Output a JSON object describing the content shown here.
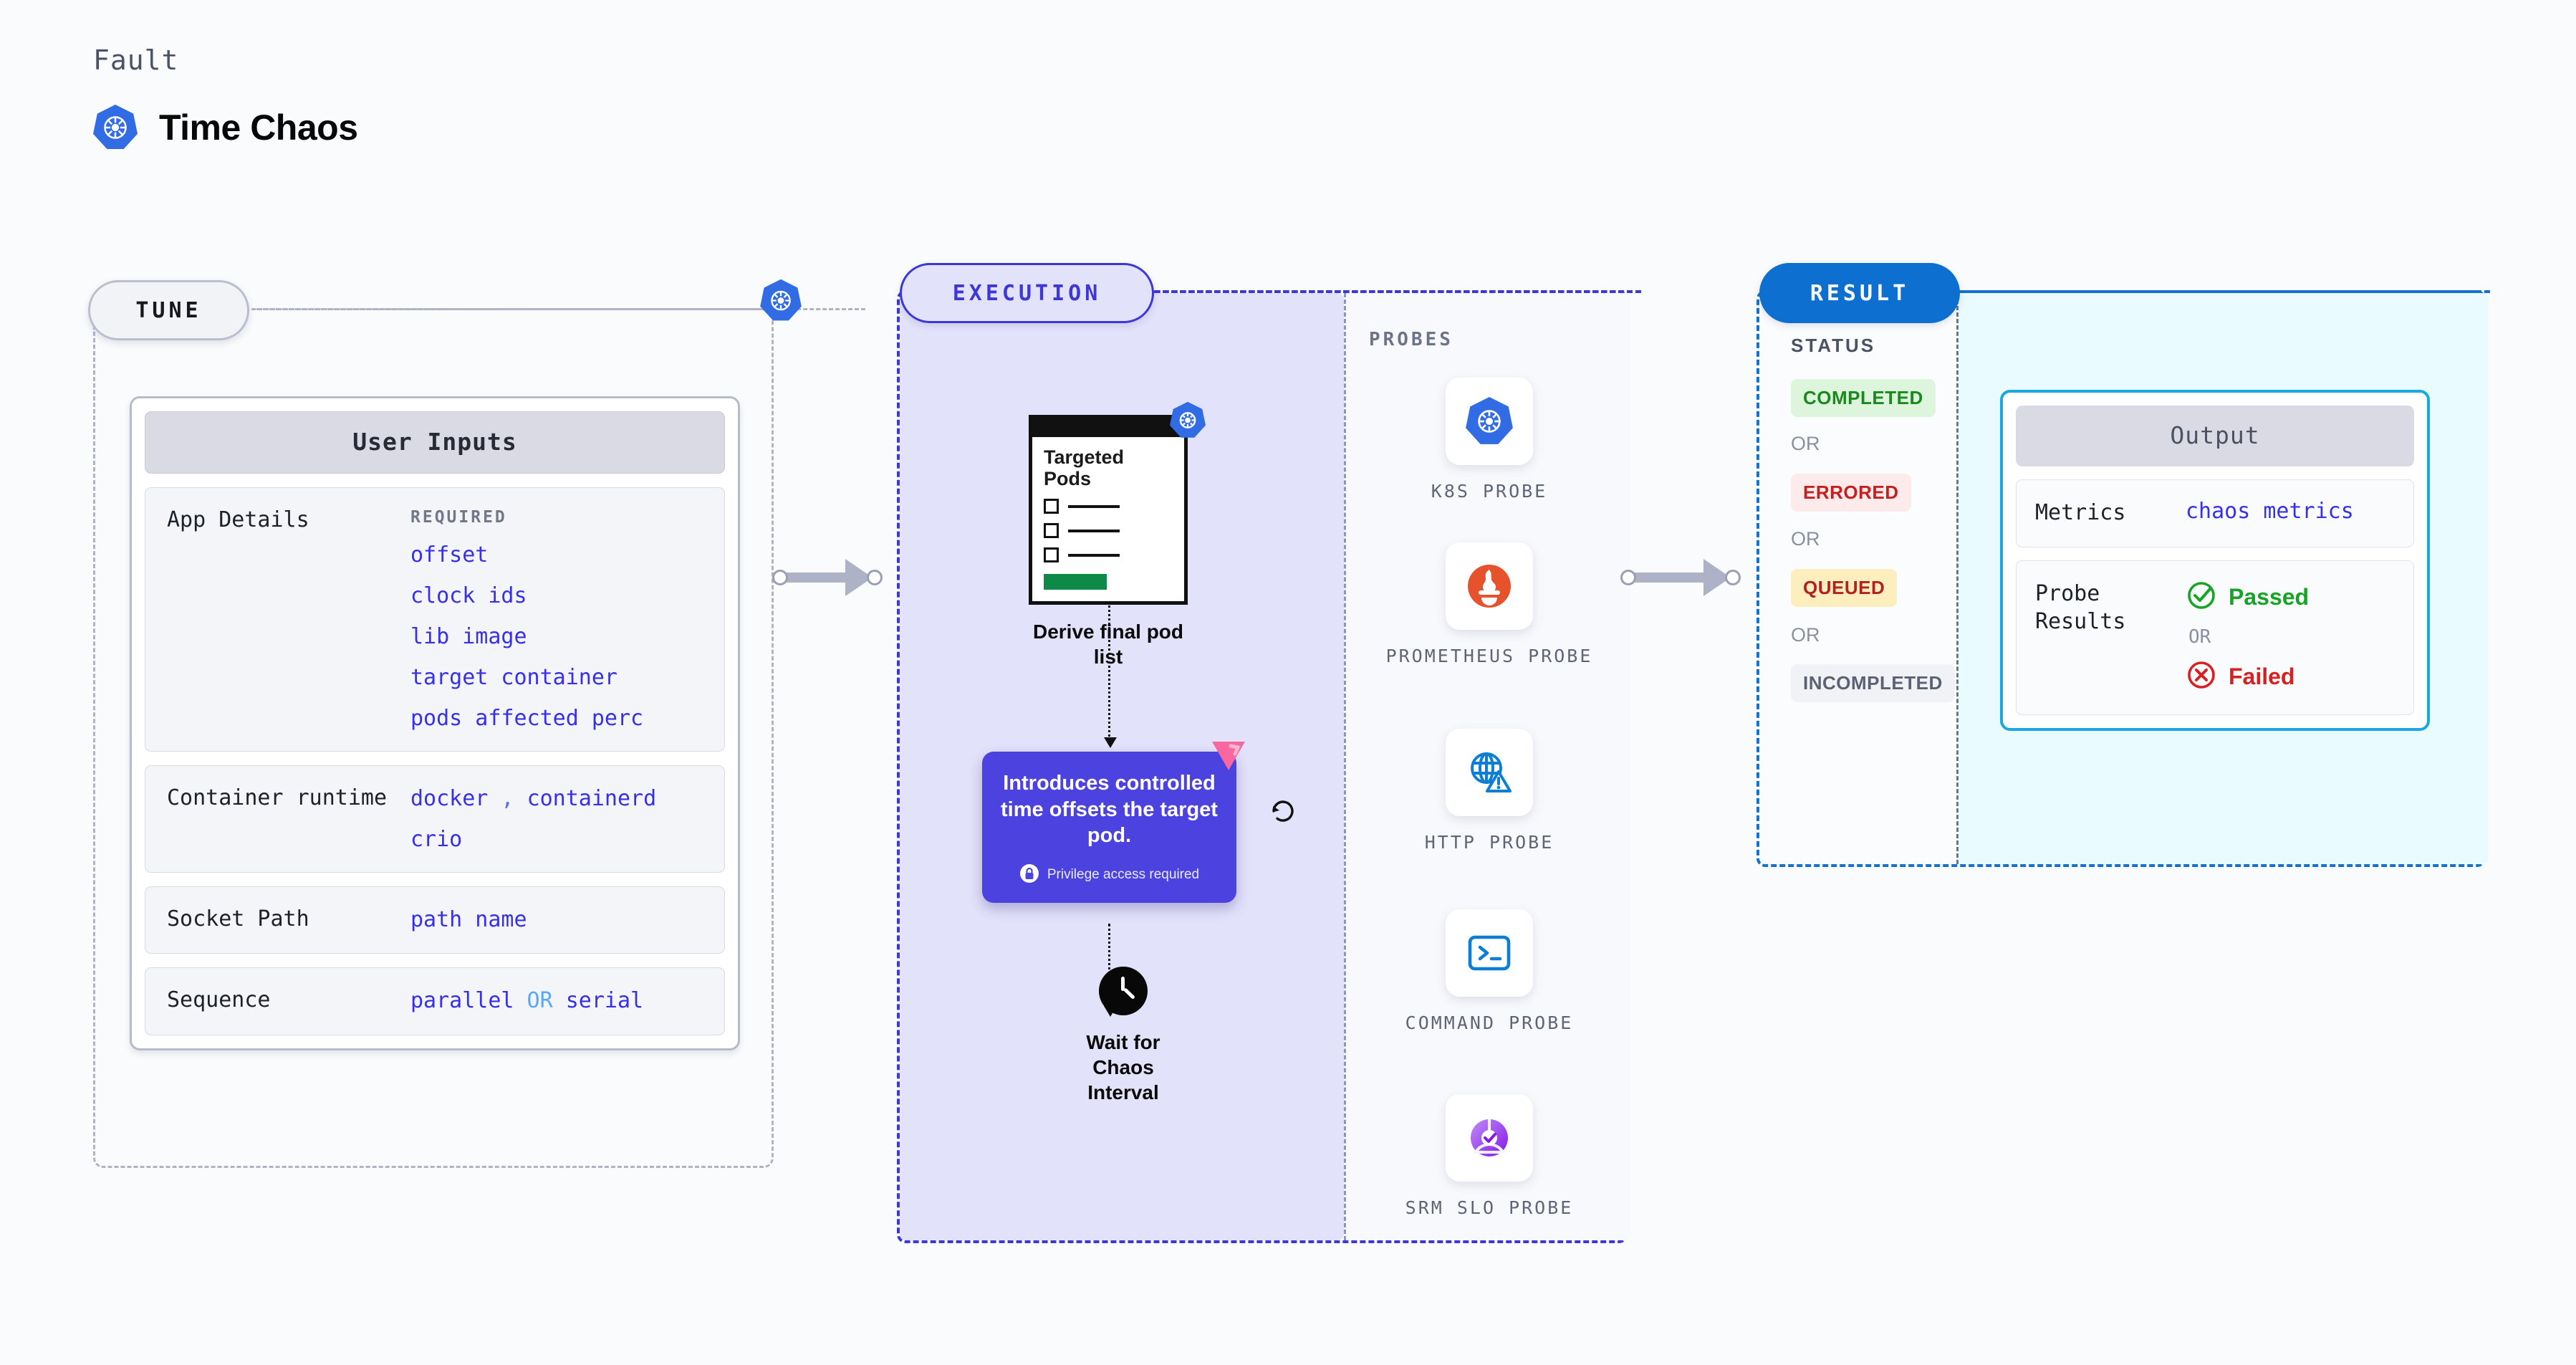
{
  "header": {
    "eyebrow": "Fault",
    "title": "Time Chaos",
    "icon": "kubernetes-icon"
  },
  "tune": {
    "badge": "TUNE",
    "card_title": "User Inputs",
    "rows": [
      {
        "label": "App Details",
        "tag": "REQUIRED",
        "values": [
          "offset",
          "clock ids",
          "lib image",
          "target container",
          "pods affected perc"
        ]
      },
      {
        "label": "Container runtime",
        "values": [
          "docker , containerd",
          "crio"
        ]
      },
      {
        "label": "Socket Path",
        "values": [
          "path name"
        ]
      },
      {
        "label": "Sequence",
        "values": [
          "parallel OR serial"
        ]
      }
    ]
  },
  "execution": {
    "badge": "EXECUTION",
    "pods_card": {
      "title": "Targeted Pods",
      "icon": "kubernetes-icon"
    },
    "pods_caption": "Derive final pod list",
    "tooltip": {
      "text": "Introduces controlled time offsets the target pod.",
      "privilege": "Privilege access required",
      "lock_icon": "lock-icon",
      "ribbon_icon": "chaos-ribbon-icon",
      "loop_icon": "loop-icon"
    },
    "wait_caption": "Wait for Chaos Interval",
    "wait_icon": "clock-icon",
    "probes_label": "PROBES",
    "probes": [
      {
        "name": "K8S PROBE",
        "icon": "kubernetes-icon"
      },
      {
        "name": "PROMETHEUS PROBE",
        "icon": "prometheus-icon"
      },
      {
        "name": "HTTP PROBE",
        "icon": "globe-warning-icon"
      },
      {
        "name": "COMMAND PROBE",
        "icon": "terminal-icon"
      },
      {
        "name": "SRM SLO PROBE",
        "icon": "slo-gauge-icon"
      }
    ]
  },
  "result": {
    "badge": "RESULT",
    "status_label": "STATUS",
    "statuses": [
      {
        "label": "COMPLETED",
        "bg": "#dcf5dc",
        "fg": "#1a8a1a"
      },
      {
        "label": "ERRORED",
        "bg": "#fdebeb",
        "fg": "#c51f1f"
      },
      {
        "label": "QUEUED",
        "bg": "#fdeebe",
        "fg": "#b32020"
      },
      {
        "label": "INCOMPLETED",
        "bg": "#f1f2f6",
        "fg": "#5b6274"
      }
    ],
    "or_text": "OR",
    "output": {
      "title": "Output",
      "metrics_label": "Metrics",
      "metrics_value": "chaos metrics",
      "probe_results_label": "Probe Results",
      "passed": "Passed",
      "failed": "Failed",
      "or_text": "OR",
      "passed_icon": "check-circle-icon",
      "failed_icon": "x-circle-icon"
    }
  },
  "colors": {
    "accent_blue": "#3730e8",
    "k8s_blue": "#326ce5",
    "exec_purple": "#3c37d6",
    "result_blue": "#0d6fd0",
    "output_cyan": "#19a9e0"
  }
}
